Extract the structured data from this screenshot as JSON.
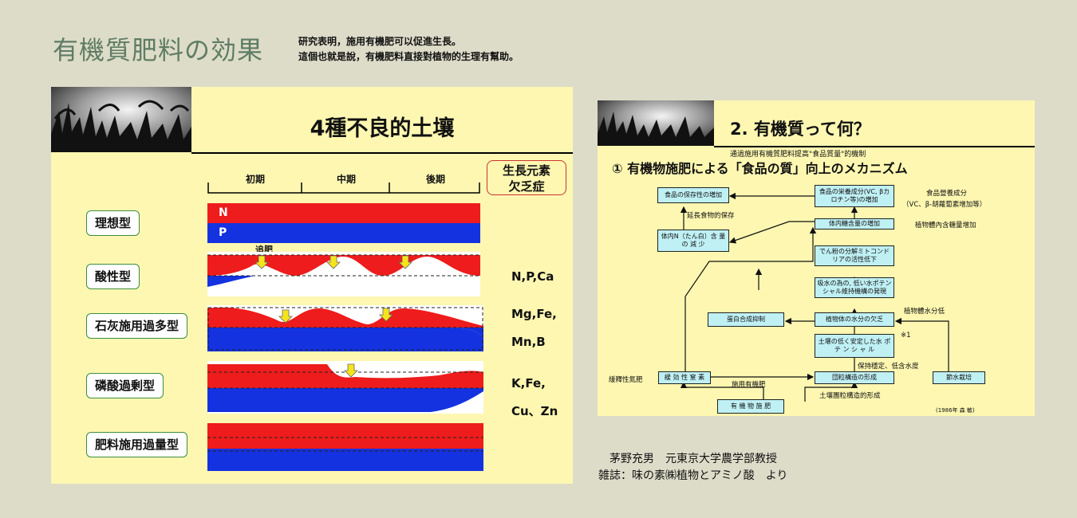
{
  "page": {
    "title": "有機質肥料の効果",
    "note_line1": "研究表明，施用有機肥可以促進生長。",
    "note_line2": "這個也就是說，有機肥料直接對植物的生理有幫助。"
  },
  "slide1": {
    "title": "4種不良的土壤",
    "periods": [
      "初期",
      "中期",
      "後期"
    ],
    "lack_header_1": "生長元素",
    "lack_header_2": "欠乏症",
    "top_dressing": "追肥",
    "n_label": "N",
    "p_label": "P",
    "rows": [
      {
        "type": "理想型",
        "elements_1": "",
        "elements_2": ""
      },
      {
        "type": "酸性型",
        "elements_1": "N,P,Ca",
        "elements_2": ""
      },
      {
        "type": "石灰施用過多型",
        "elements_1": "Mg,Fe,",
        "elements_2": "Mn,B"
      },
      {
        "type": "磷酸過剰型",
        "elements_1": "K,Fe,",
        "elements_2": "Cu、Zn"
      },
      {
        "type": "肥料施用過量型",
        "elements_1": "",
        "elements_2": ""
      }
    ],
    "colors": {
      "n": "#ee1c1c",
      "p": "#1432e0"
    }
  },
  "slide2": {
    "title": "2. 有機質って何？",
    "subtitle": "通過施用有機質肥料提高\"食品質量\"的機制",
    "heading": "①  有機物施肥による「食品の質」向上のメカニズム",
    "nodes": {
      "preserve": "食品の保存性の増加",
      "nutrient": "食品の栄養成分(VC, βカロチン等)の増加",
      "sugar": "体内糖含量の増加",
      "nitrogen": "体内N（たん白）含 量 の 減 少",
      "starch": "でん粉の分解ミトコンドリアの活性低下",
      "potential": "吸水の為の, 低い水ポテンシャル維持機構の発現",
      "protein": "蛋白合成抑制",
      "water": "植物体の水分の欠乏",
      "soil_water": "土壌の低く安定した水 ポ テ ン シ ャ ル",
      "slow_n": "緩 効 性 窒 素",
      "aggregate": "団粒構造の形成",
      "rain": "節水栽培",
      "organic": "有 機 物 施 肥"
    },
    "labels": {
      "extend": "延長食物的保存",
      "nutrient_cn_1": "食品營養成分",
      "nutrient_cn_2": "（VC、β-胡蘿蔔素增加等）",
      "sugar_cn": "植物體內含糖量增加",
      "water_cn": "植物體水分低",
      "mark": "※1",
      "stable": "保持穩定、低含水度",
      "slow_cn": "緩釋性氮肥",
      "apply_cn": "施用有機肥",
      "aggregate_cn": "土壤團粒構造的形成",
      "citation": "(1986年 森 敏)"
    }
  },
  "credit": {
    "line1": "茅野充男　元東京大学農学部教授",
    "line2": "雑誌：味の素㈱植物とアミノ酸　より"
  }
}
